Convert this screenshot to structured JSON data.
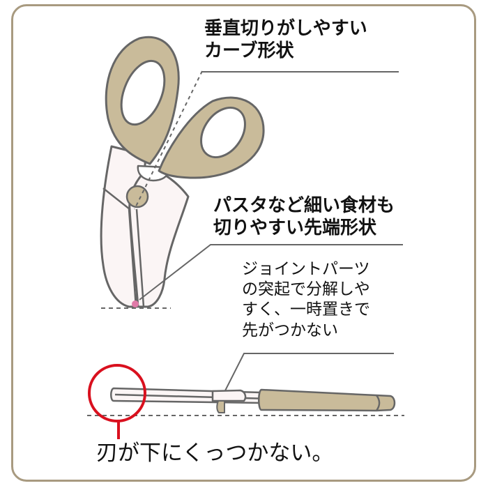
{
  "colors": {
    "frame_border": "#a89a80",
    "handle_fill": "#c9bb9a",
    "outline": "#666666",
    "blade_fill": "#fbf5f5",
    "highlight_circle": "#d9101e",
    "tip_dot": "#e07aa8",
    "text": "#111111"
  },
  "callouts": [
    {
      "id": "curve-shape",
      "lines": [
        "垂直切りがしやすい",
        "カーブ形状"
      ]
    },
    {
      "id": "tip-shape",
      "lines": [
        "パスタなど細い食材も",
        "切りやすい先端形状"
      ]
    },
    {
      "id": "joint-parts",
      "lines": [
        "ジョイントパーツ",
        "の突起で分解しや",
        "すく、一時置きで",
        "先がつかない"
      ]
    },
    {
      "id": "blade-not-touching",
      "lines": [
        "刃が下にくっつかない。"
      ]
    }
  ],
  "illustrations": {
    "top": "scissors-front-view-icon",
    "bottom": "scissors-side-view-icon"
  }
}
